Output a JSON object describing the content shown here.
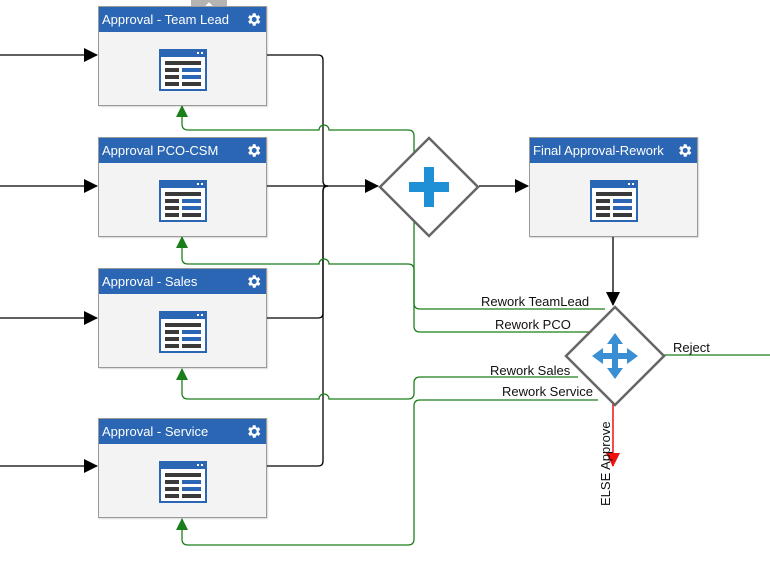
{
  "tasks": [
    {
      "id": "team-lead",
      "label": "Approval - Team Lead"
    },
    {
      "id": "pco-csm",
      "label": "Approval PCO-CSM"
    },
    {
      "id": "sales",
      "label": "Approval - Sales"
    },
    {
      "id": "service",
      "label": "Approval - Service"
    },
    {
      "id": "final-rework",
      "label": "Final Approval-Rework"
    }
  ],
  "gateways": [
    {
      "id": "parallel",
      "icon": "plus-icon"
    },
    {
      "id": "decision",
      "icon": "move-arrows-icon"
    }
  ],
  "flow_labels": {
    "rework_teamlead": "Rework TeamLead",
    "rework_pco": "Rework PCO",
    "rework_sales": "Rework Sales",
    "rework_service": "Rework Service",
    "reject": "Reject",
    "else_approve": "ELSE Approve"
  },
  "colors": {
    "task_header": "#2a66b3",
    "sequence_flow": "#000000",
    "rework_flow": "#1a7f1a",
    "approve_flow": "#ee1111",
    "gateway_border": "#666666",
    "plus_icon": "#1f8fd6"
  }
}
